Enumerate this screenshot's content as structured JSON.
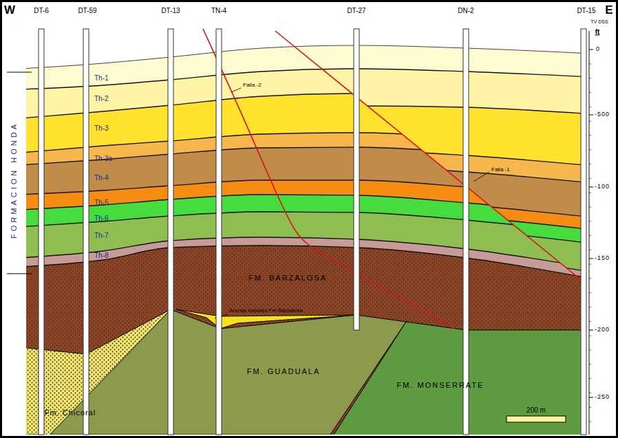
{
  "diagram": {
    "labels": [
      "W",
      "DT-6",
      "DT-59",
      "DT-13",
      "TN-4",
      "DT-27",
      "DN-2",
      "DT-15",
      "E",
      "TV DSS",
      "ft",
      "0",
      "-500",
      "-100",
      "-150",
      "-200",
      "-250",
      "FORMACION HONDA",
      "Th-1",
      "Th-2",
      "Th-3",
      "Th-3a",
      "Th-4",
      "Th-5",
      "Th-6",
      "Th-7",
      "Th-8",
      "Falla -2",
      "Falla -1",
      "FM. BARZALOSA",
      "Arenas basales Fm Barzalosa",
      "FM. GUADUALA",
      "FM. MONSERRATE",
      "Fm. Chicoral",
      "200 m"
    ]
  }
}
